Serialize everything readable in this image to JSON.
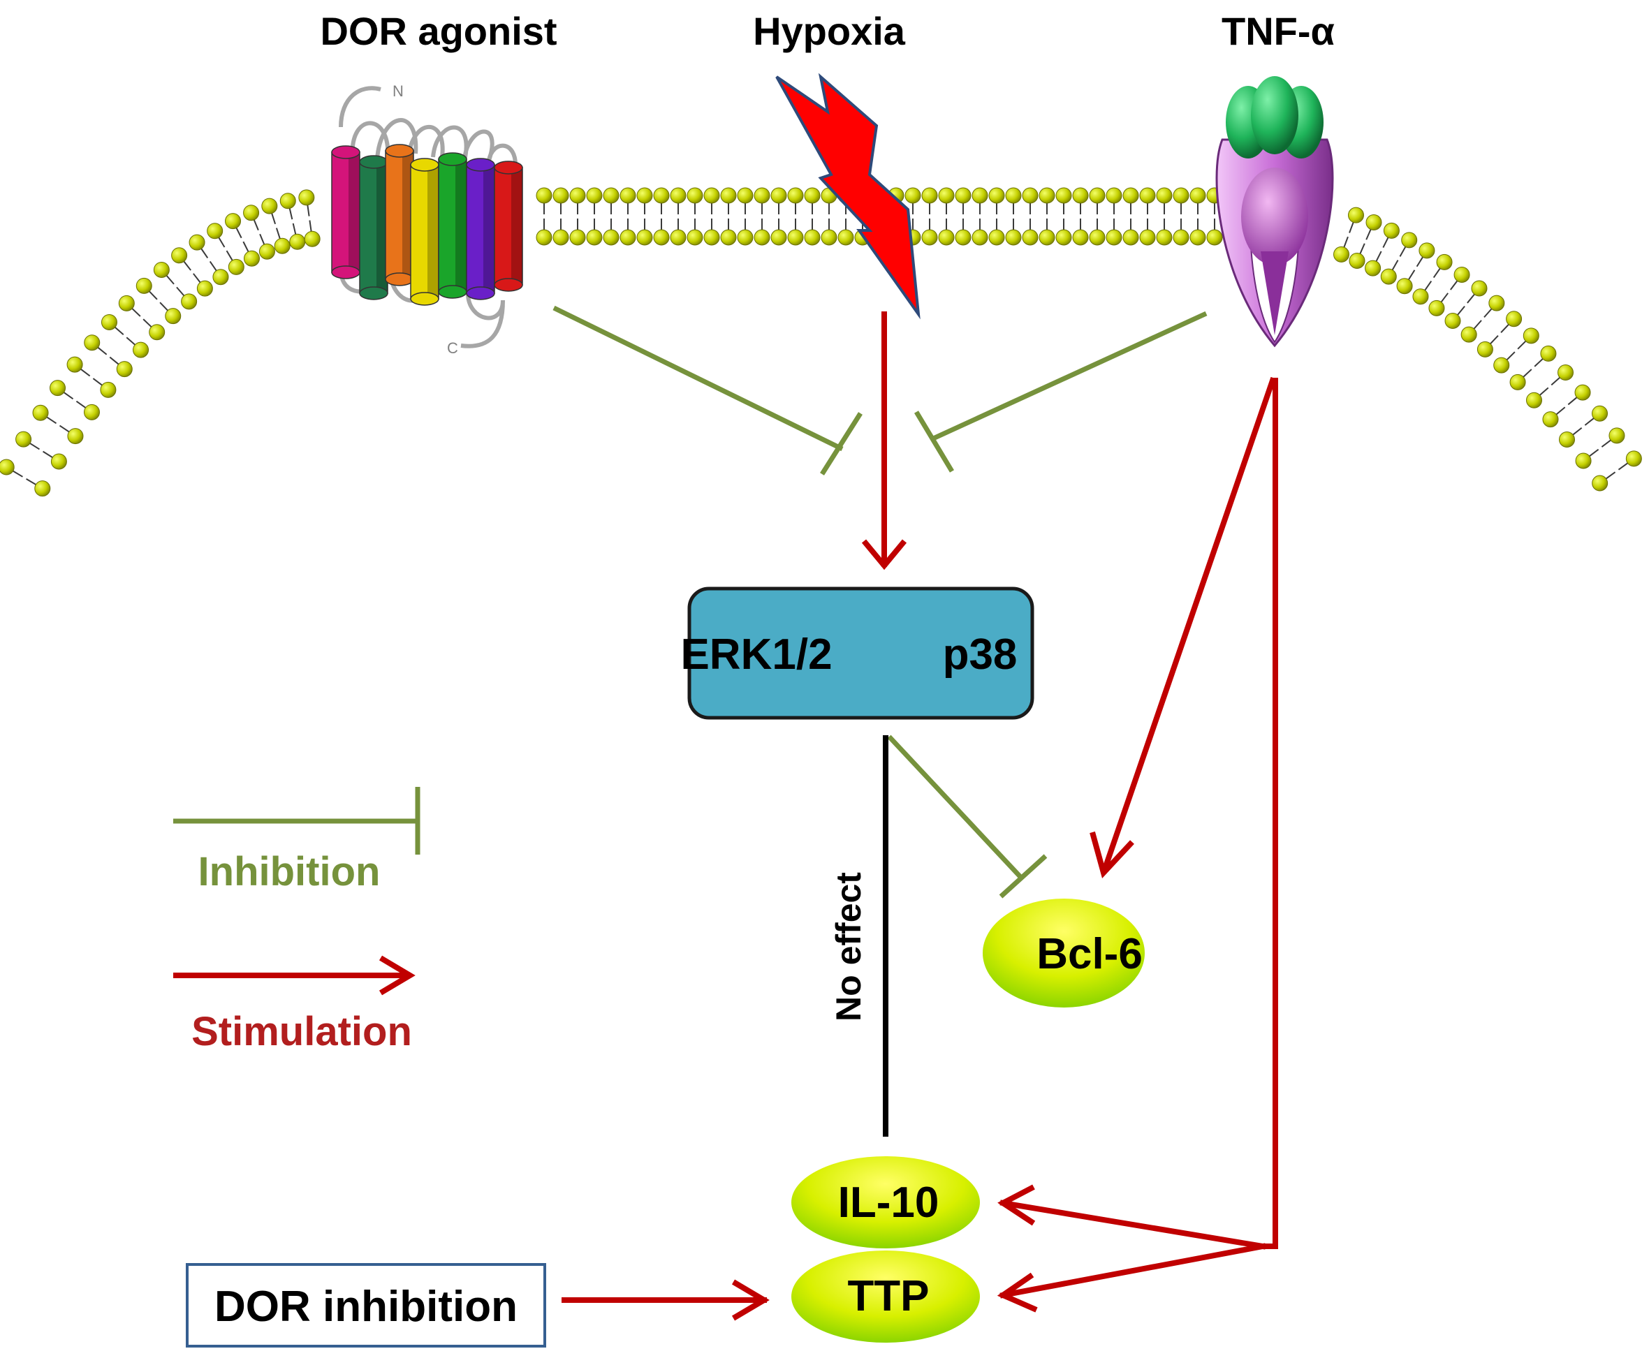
{
  "inputs": {
    "dor_agonist": "DOR agonist",
    "hypoxia": "Hypoxia",
    "tnf": "TNF-α"
  },
  "receptor": {
    "n_terminal": "N",
    "c_terminal": "C"
  },
  "kinases": {
    "erk": "ERK1/2",
    "p38": "p38"
  },
  "targets": {
    "bcl6": "Bcl-6",
    "il10": "IL-10",
    "ttp": "TTP"
  },
  "edges": {
    "no_effect": "No effect"
  },
  "legend": {
    "inhibition": "Inhibition",
    "stimulation": "Stimulation"
  },
  "dor_inhibition_box": "DOR inhibition",
  "colors": {
    "inhibition": "#76923c",
    "stimulation": "#c00000",
    "kinase_box": "#4bacc6",
    "membrane_head": "#c4d000",
    "tnf_receptor": "#c86dd7",
    "tnf_ligand": "#1fb45a"
  },
  "helix_colors": [
    "#d4147a",
    "#1f7a4a",
    "#e8731a",
    "#e8d800",
    "#1aa52a",
    "#6a1fc8",
    "#d81818"
  ]
}
